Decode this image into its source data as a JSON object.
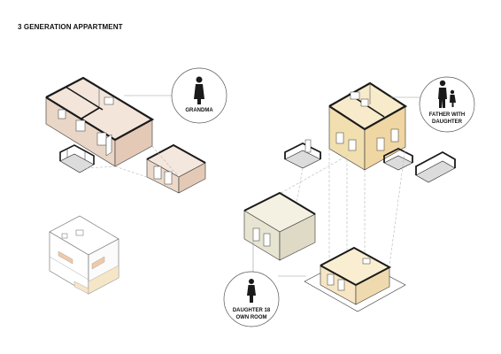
{
  "title": "3 GENERATION APPARTMENT",
  "personas": [
    {
      "id": "grandma",
      "lines": [
        "GRANDMA"
      ]
    },
    {
      "id": "father",
      "lines": [
        "FATHER WITH",
        "DAUGHTER"
      ]
    },
    {
      "id": "daughter",
      "lines": [
        "DAUGHTER 18",
        "OWN ROOM"
      ]
    }
  ],
  "colors": {
    "wall_cut": "#1a1a1a",
    "grandma_interior": "#ead6c6",
    "grandma_exterior": "#f1e0d4",
    "father_interior": "#f2dfb0",
    "father_exterior": "#f7ebcb",
    "daughter_room": "#f6e6c4",
    "daughter_floor_mass": "#e8e4d2",
    "massing_face": "#ffffff",
    "massing_accent": "#f5e6c8",
    "massing_window": "#f0c9a8",
    "leader_line": "#9a9a9a",
    "dash_line": "#b5b5b5"
  }
}
